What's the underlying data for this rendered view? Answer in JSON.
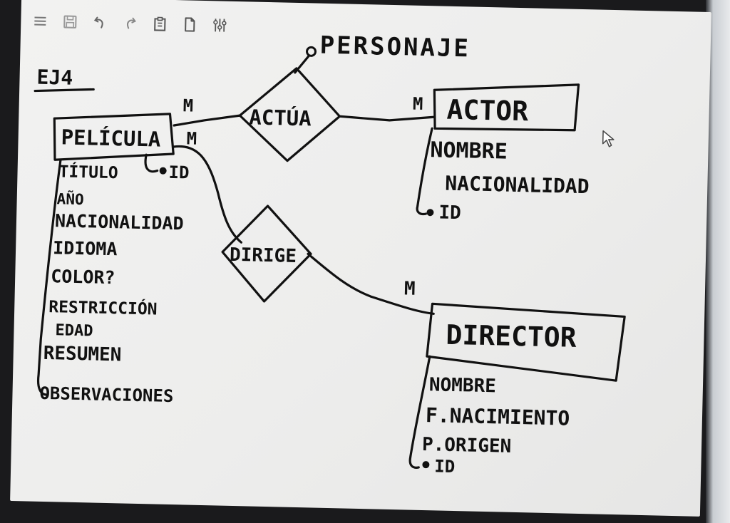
{
  "toolbar": {
    "items": [
      {
        "icon": "menu-icon"
      },
      {
        "icon": "save-icon"
      },
      {
        "icon": "undo-icon"
      },
      {
        "icon": "redo-icon"
      },
      {
        "icon": "clipboard-icon"
      },
      {
        "icon": "new-page-icon"
      },
      {
        "icon": "settings-sliders-icon"
      }
    ]
  },
  "canvas": {
    "exercise_label": "EJ4",
    "attribute_label": "PERSONAJE",
    "entities": {
      "pelicula": {
        "name": "PELÍCULA",
        "attributes": [
          "TÍTULO",
          "AÑO",
          "NACIONALIDAD",
          "IDIOMA",
          "COLOR?",
          "RESTRICCIÓN",
          "EDAD",
          "RESUMEN",
          "OBSERVACIONES"
        ],
        "key": "ID"
      },
      "actor": {
        "name": "ACTOR",
        "attributes": [
          "NOMBRE",
          "NACIONALIDAD",
          "ID"
        ]
      },
      "director": {
        "name": "DIRECTOR",
        "attributes": [
          "NOMBRE",
          "F.NACIMIENTO",
          "P.ORIGEN",
          "ID"
        ]
      }
    },
    "relations": {
      "actua": "ACTÚA",
      "dirige": "DIRIGE"
    },
    "cardinalities": {
      "pelicula_actua": "M",
      "actua_actor": "M",
      "pelicula_dirige": "M",
      "dirige_director": "M"
    }
  },
  "colors": {
    "ink": "#111111",
    "screen": "#efefee",
    "bezel": "#1a1a1c"
  }
}
